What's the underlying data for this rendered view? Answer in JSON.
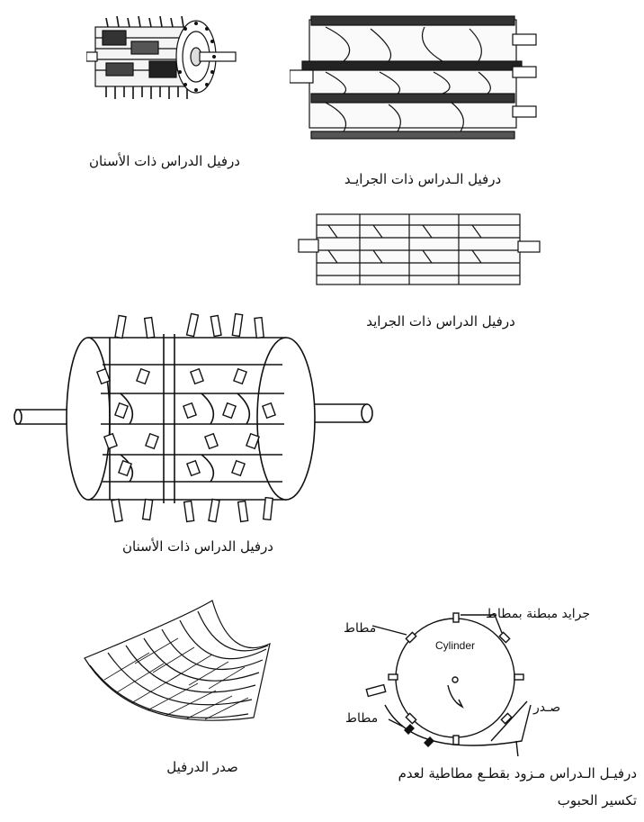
{
  "captions": {
    "small_spike_cylinder": "درفيل الدراس ذات الأسنان",
    "rasp_bar_cylinder_top": "درفيل الـدراس ذات الجرايـد",
    "rasp_bar_cylinder_middle": "درفيل الدراس ذات الجرايد",
    "large_spike_cylinder": "درفيل الدراس ذات الأسنان",
    "concave": "صدر الدرفيل",
    "rubber_cylinder_line1": "درفيـل الـدراس مـزود بقطـع مطاطية لعدم",
    "rubber_cylinder_line2": "تكسير الحبوب"
  },
  "diagram_labels": {
    "rubber_lined_bars": "جرايد مبطنة بمطاط",
    "rubber_upper": "مطاط",
    "rubber_lower": "مطاط",
    "concave": "صـدر",
    "cylinder": "Cylinder"
  }
}
